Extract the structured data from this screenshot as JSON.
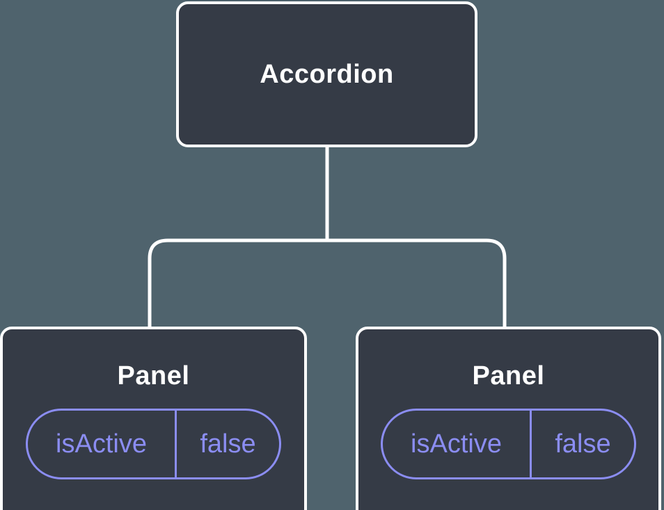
{
  "diagram": {
    "description": "Component tree diagram",
    "root": {
      "label": "Accordion"
    },
    "children": [
      {
        "label": "Panel",
        "state": {
          "name": "isActive",
          "value": "false"
        }
      },
      {
        "label": "Panel",
        "state": {
          "name": "isActive",
          "value": "false"
        }
      }
    ]
  },
  "colors": {
    "background": "#4f636d",
    "node_fill": "#353b46",
    "node_border": "#ffffff",
    "node_text": "#ffffff",
    "connector": "#ffffff",
    "state_accent": "#8b8df2"
  }
}
